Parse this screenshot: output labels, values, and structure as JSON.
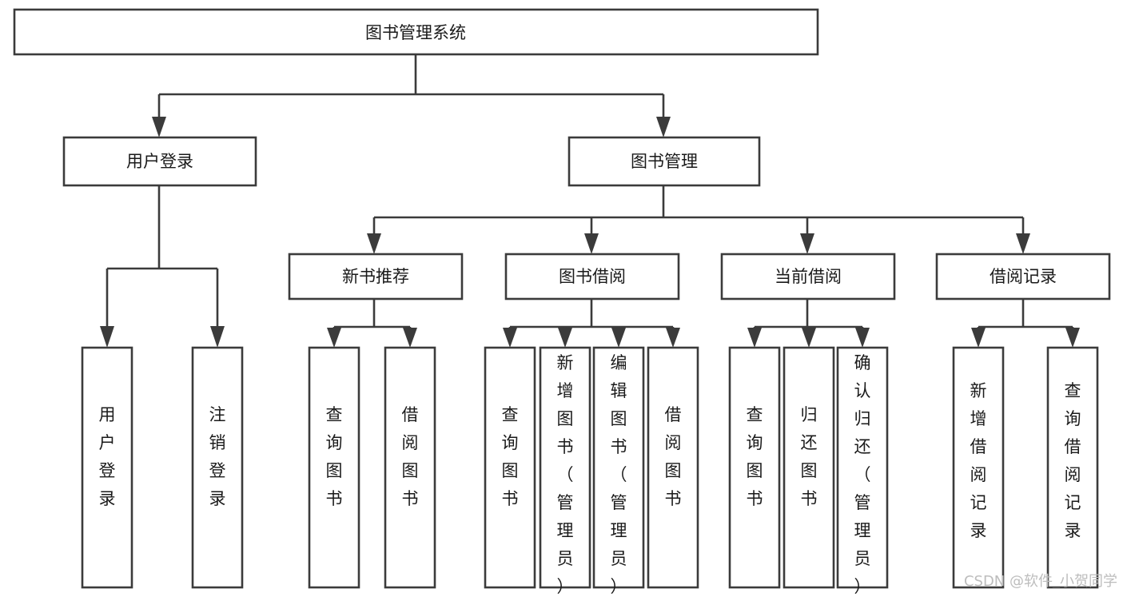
{
  "diagram": {
    "title": "图书管理系统",
    "type": "tree",
    "orientation": "top-down",
    "colors": {
      "background": "#ffffff",
      "box_fill": "#ffffff",
      "box_stroke": "#3b3b3b",
      "text": "#1a1a1a",
      "watermark": "#bdbdbd"
    },
    "root": {
      "id": "root",
      "label": "图书管理系统",
      "orientation": "horizontal"
    },
    "level2": [
      {
        "id": "user-login",
        "label": "用户登录",
        "orientation": "horizontal",
        "children": [
          {
            "id": "leaf-user-login",
            "label": "用户登录",
            "orientation": "vertical"
          },
          {
            "id": "leaf-user-logout",
            "label": "注销登录",
            "orientation": "vertical"
          }
        ]
      },
      {
        "id": "book-manage",
        "label": "图书管理",
        "orientation": "horizontal",
        "children": []
      }
    ],
    "level3": [
      {
        "id": "new-book-recommend",
        "label": "新书推荐",
        "orientation": "horizontal",
        "children": [
          {
            "id": "leaf-query-book-1",
            "label": "查询图书",
            "orientation": "vertical"
          },
          {
            "id": "leaf-borrow-book-1",
            "label": "借阅图书",
            "orientation": "vertical"
          }
        ]
      },
      {
        "id": "book-borrow",
        "label": "图书借阅",
        "orientation": "horizontal",
        "children": [
          {
            "id": "leaf-query-book-2",
            "label": "查询图书",
            "orientation": "vertical"
          },
          {
            "id": "leaf-add-book",
            "label": "新增图书（管理员）",
            "orientation": "vertical"
          },
          {
            "id": "leaf-edit-book",
            "label": "编辑图书（管理员）",
            "orientation": "vertical"
          },
          {
            "id": "leaf-borrow-book-2",
            "label": "借阅图书",
            "orientation": "vertical"
          }
        ]
      },
      {
        "id": "current-borrow",
        "label": "当前借阅",
        "orientation": "horizontal",
        "children": [
          {
            "id": "leaf-query-book-3",
            "label": "查询图书",
            "orientation": "vertical"
          },
          {
            "id": "leaf-return-book",
            "label": "归还图书",
            "orientation": "vertical"
          },
          {
            "id": "leaf-confirm-return",
            "label": "确认归还（管理员）",
            "orientation": "vertical"
          }
        ]
      },
      {
        "id": "borrow-record",
        "label": "借阅记录",
        "orientation": "horizontal",
        "children": [
          {
            "id": "leaf-add-record",
            "label": "新增借阅记录",
            "orientation": "vertical"
          },
          {
            "id": "leaf-query-record",
            "label": "查询借阅记录",
            "orientation": "vertical"
          }
        ]
      }
    ]
  },
  "watermark": {
    "text": "CSDN @软件_小贺同学"
  }
}
